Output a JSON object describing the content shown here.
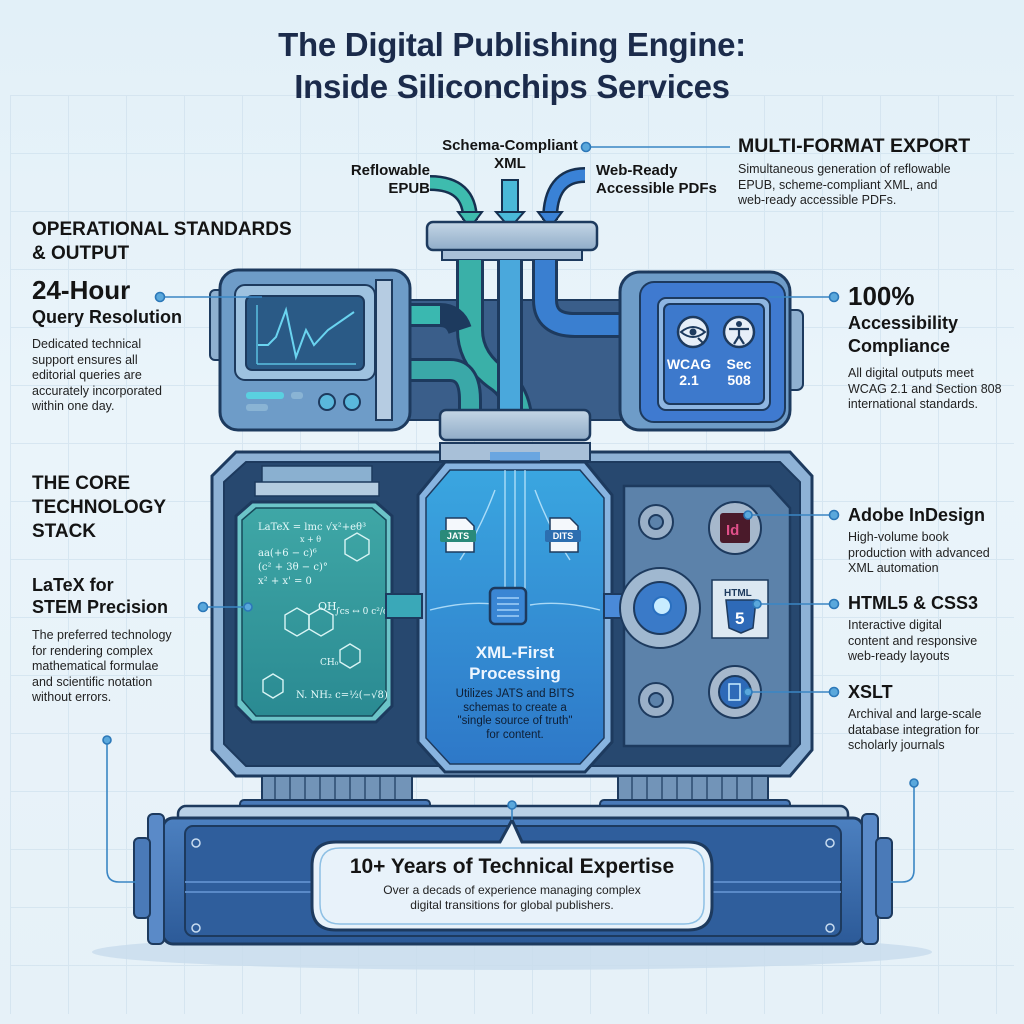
{
  "title": {
    "line1": "The Digital Publishing Engine:",
    "line2": "Inside Siliconchips Services"
  },
  "inputs": {
    "epub": {
      "line1": "Reflowable",
      "line2": "EPUB"
    },
    "xml": {
      "line1": "Schema-Compliant",
      "line2": "XML"
    },
    "pdf": {
      "line1": "Web-Ready",
      "line2": "Accessible PDFs"
    }
  },
  "multi_format": {
    "heading": "MULTI-FORMAT EXPORT",
    "desc": [
      "Simultaneous generation of reflowable",
      "EPUB, scheme-compliant XML, and",
      "web-ready accessible PDFs."
    ]
  },
  "operational": {
    "heading": [
      "OPERATIONAL STANDARDS",
      "& OUTPUT"
    ],
    "stat": "24-Hour",
    "stat_label": "Query Resolution",
    "desc": [
      "Dedicated technical",
      "support ensures all",
      "editorial queries are",
      "accurately incorporated",
      "within one day."
    ]
  },
  "accessibility": {
    "stat": "100%",
    "stat_label": [
      "Accessibility",
      "Compliance"
    ],
    "desc": [
      "All digital outputs meet",
      "WCAG 2.1 and Section 808",
      "international standards."
    ],
    "panel": {
      "left": [
        "WCAG",
        "2.1"
      ],
      "right": [
        "Sec",
        "508"
      ],
      "icons": [
        "eye-icon",
        "accessibility-person-icon"
      ]
    }
  },
  "core": {
    "heading": [
      "THE CORE",
      "TECHNOLOGY",
      "STACK"
    ]
  },
  "latex": {
    "title": [
      "LaTeX for",
      "STEM Precision"
    ],
    "desc": [
      "The preferred technology",
      "for rendering complex",
      "mathematical formulae",
      "and scientific notation",
      "without errors."
    ],
    "screen_formulas": [
      "LATEX = lmc √(x²+eθ³)/(x+θ)",
      "aa(+6 − c)⁶",
      "(c²+3θ − c)°",
      "x² + x' = 0",
      "∫cs ↔ 0·c²/σ",
      "c = ½(−·√8)"
    ]
  },
  "xml_first": {
    "title": [
      "XML-First",
      "Processing"
    ],
    "desc": [
      "Utilizes JATS and BITS",
      "schemas to create a",
      "\"single source of truth\"",
      "for content."
    ],
    "doc_left": "JATS",
    "doc_right": "DITS"
  },
  "tools": [
    {
      "name": "Adobe InDesign",
      "desc": [
        "High-volume book",
        "production with advanced",
        "XML automation"
      ],
      "badge": "Id"
    },
    {
      "name": "HTML5 & CSS3",
      "desc": [
        "Interactive digital",
        "content and responsive",
        "web-ready layouts"
      ],
      "badge": "HTML",
      "badge_num": "5"
    },
    {
      "name": "XSLT",
      "desc": [
        "Archival and large-scale",
        "database integration for",
        "scholarly journals"
      ]
    }
  ],
  "expertise": {
    "title": "10+ Years of Technical Expertise",
    "desc": [
      "Over a decads of experience managing complex",
      "digital transitions for global publishers."
    ]
  },
  "colors": {
    "title": "#1b2b4b",
    "machine_dark": "#2a4f7e",
    "machine_mid": "#3c6fb0",
    "machine_light": "#8fb4d8",
    "teal": "#3bb3a8",
    "connector": "#3a86c4"
  }
}
